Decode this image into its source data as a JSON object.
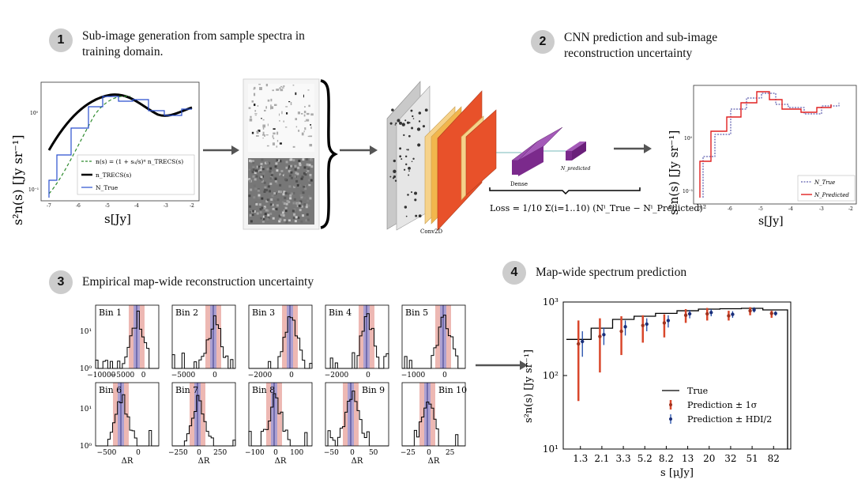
{
  "steps": [
    {
      "number": "1",
      "text_line1": "Sub-image generation  from sample spectra in",
      "text_line2": "training domain."
    },
    {
      "number": "2",
      "text_line1": "CNN prediction and sub-image",
      "text_line2": "reconstruction uncertainty"
    },
    {
      "number": "3",
      "text_line1": "Empirical map-wide reconstruction uncertainty",
      "text_line2": ""
    },
    {
      "number": "4",
      "text_line1": "Map-wide spectrum prediction",
      "text_line2": ""
    }
  ],
  "panel1": {
    "ylabel": "s²n(s) [Jy sr⁻¹]",
    "xlabel": "s[Jy]",
    "xticks": [
      "-7",
      "-6",
      "-5",
      "-4",
      "-3",
      "-2"
    ],
    "ytick_top": "10⁰",
    "ytick_bottom": "10⁻¹",
    "legend": [
      "n(s) = (1 + sᵤ/s)ᵅ n_TRECS(s)",
      "n_TRECS(s)",
      "N_True"
    ]
  },
  "cnn": {
    "conv_label": "Conv2D",
    "dense_label": "Dense",
    "output_label": "N_predicted",
    "loss_text": "Loss = 1/10 Σ(i=1..10) (Nⁱ_True − Nⁱ_Predicted)²"
  },
  "panel2": {
    "ylabel": "s²n(s) [Jy sr⁻¹]",
    "xlabel": "s[Jy]",
    "xticks": [
      "-7",
      "-6",
      "-5",
      "-4",
      "-3",
      "-2"
    ],
    "ytick_top": "10⁰",
    "ytick_bottom": "10⁻¹",
    "legend": [
      "N_True",
      "N_Predicted"
    ]
  },
  "panel3": {
    "bins": [
      {
        "label": "Bin 1",
        "xticks": [
          "−10000",
          "−5000",
          "0"
        ]
      },
      {
        "label": "Bin 2",
        "xticks": [
          "−5000",
          "0"
        ]
      },
      {
        "label": "Bin 3",
        "xticks": [
          "−2000",
          "0"
        ]
      },
      {
        "label": "Bin 4",
        "xticks": [
          "−2000",
          "0"
        ]
      },
      {
        "label": "Bin 5",
        "xticks": [
          "−1000",
          "0"
        ]
      },
      {
        "label": "Bin 6",
        "xticks": [
          "−500",
          "0"
        ]
      },
      {
        "label": "Bin 7",
        "xticks": [
          "−250",
          "0",
          "250"
        ]
      },
      {
        "label": "Bin 8",
        "xticks": [
          "−100",
          "0",
          "100"
        ]
      },
      {
        "label": "Bin 9",
        "xticks": [
          "−50",
          "0",
          "50"
        ]
      },
      {
        "label": "Bin 10",
        "xticks": [
          "−25",
          "0",
          "25"
        ]
      }
    ],
    "yticks": [
      "10¹",
      "10⁰"
    ],
    "xlabel": "ΔR"
  },
  "chart_data": {
    "type": "line",
    "ylabel": "s²n(s) [Jy sr⁻¹]",
    "xlabel": "s [μJy]",
    "yscale": "log",
    "ylim": [
      10,
      1000
    ],
    "categories": [
      "1.3",
      "2.1",
      "3.3",
      "5.2",
      "8.2",
      "13",
      "20",
      "32",
      "51",
      "82"
    ],
    "yticks": [
      "10³",
      "10²",
      "10¹"
    ],
    "series": [
      {
        "name": "True",
        "style": "step",
        "color": "#000000",
        "values": [
          310,
          440,
          580,
          640,
          700,
          760,
          800,
          810,
          820,
          780
        ]
      },
      {
        "name": "Prediction ± 1σ",
        "color": "#d9472b",
        "values": [
          270,
          340,
          400,
          480,
          520,
          660,
          690,
          650,
          760,
          700
        ],
        "err_low": [
          45,
          110,
          190,
          280,
          330,
          520,
          560,
          560,
          660,
          610
        ],
        "err_high": [
          560,
          600,
          640,
          660,
          680,
          800,
          830,
          760,
          850,
          760
        ]
      },
      {
        "name": "Prediction ± HDI/2",
        "color": "#1f4aa8",
        "values": [
          290,
          360,
          460,
          500,
          560,
          690,
          720,
          680,
          780,
          700
        ],
        "err_low": [
          180,
          260,
          350,
          400,
          450,
          600,
          640,
          610,
          720,
          650
        ],
        "err_high": [
          400,
          450,
          560,
          600,
          660,
          780,
          800,
          750,
          850,
          750
        ]
      }
    ],
    "legend": [
      "True",
      "Prediction ± 1σ",
      "Prediction ± HDI/2"
    ]
  },
  "colors": {
    "true_line": "#000000",
    "pred_red": "#d9472b",
    "pred_blue": "#1f4aa8",
    "trecs_green": "#2e8b2e",
    "cnn_orange": "#e8512a",
    "cnn_purple": "#7b2a8c"
  }
}
